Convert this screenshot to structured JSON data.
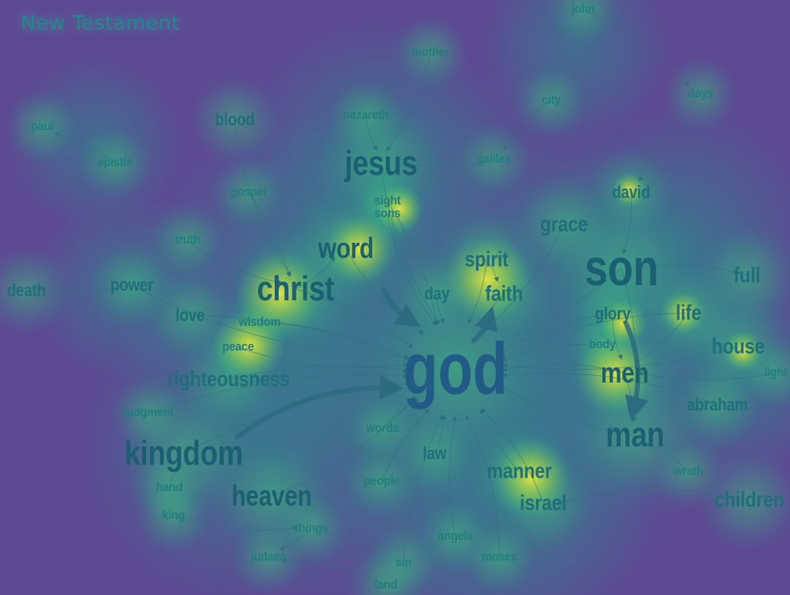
{
  "title": "New Testament",
  "colors": {
    "background": "#5e4a94",
    "heat_low": "#2a8c8c",
    "heat_mid": "#3fbf7a",
    "heat_high": "#e6e23a",
    "edge": "#2f6f7a",
    "label": "#1d6b78"
  },
  "nodes": [
    {
      "id": "god",
      "label": "god",
      "weight": 10
    },
    {
      "id": "son",
      "label": "son",
      "weight": 7
    },
    {
      "id": "kingdom",
      "label": "kingdom",
      "weight": 6
    },
    {
      "id": "man",
      "label": "man",
      "weight": 6
    },
    {
      "id": "christ",
      "label": "christ",
      "weight": 6
    },
    {
      "id": "jesus",
      "label": "jesus",
      "weight": 6
    },
    {
      "id": "men",
      "label": "men",
      "weight": 5
    },
    {
      "id": "word",
      "label": "word",
      "weight": 5
    },
    {
      "id": "heaven",
      "label": "heaven",
      "weight": 5
    },
    {
      "id": "righteousness",
      "label": "righteousness",
      "weight": 4
    },
    {
      "id": "israel",
      "label": "israel",
      "weight": 4
    },
    {
      "id": "manner",
      "label": "manner",
      "weight": 4
    },
    {
      "id": "spirit",
      "label": "spirit",
      "weight": 4
    },
    {
      "id": "faith",
      "label": "faith",
      "weight": 4
    },
    {
      "id": "house",
      "label": "house",
      "weight": 4
    },
    {
      "id": "children",
      "label": "children",
      "weight": 4
    },
    {
      "id": "full",
      "label": "full",
      "weight": 4
    },
    {
      "id": "grace",
      "label": "grace",
      "weight": 4
    },
    {
      "id": "glory",
      "label": "glory",
      "weight": 3
    },
    {
      "id": "life",
      "label": "life",
      "weight": 4
    },
    {
      "id": "blood",
      "label": "blood",
      "weight": 3
    },
    {
      "id": "day",
      "label": "day",
      "weight": 3
    },
    {
      "id": "love",
      "label": "love",
      "weight": 3
    },
    {
      "id": "power",
      "label": "power",
      "weight": 3
    },
    {
      "id": "death",
      "label": "death",
      "weight": 3
    },
    {
      "id": "david",
      "label": "david",
      "weight": 3
    },
    {
      "id": "abraham",
      "label": "abraham",
      "weight": 3
    },
    {
      "id": "law",
      "label": "law",
      "weight": 3
    },
    {
      "id": "gospel",
      "label": "gospel",
      "weight": 2
    },
    {
      "id": "nazareth",
      "label": "nazareth",
      "weight": 2
    },
    {
      "id": "john",
      "label": "john",
      "weight": 2
    },
    {
      "id": "galilee",
      "label": "galilee",
      "weight": 2
    },
    {
      "id": "paul",
      "label": "paul",
      "weight": 2
    },
    {
      "id": "epistle",
      "label": "epistle",
      "weight": 2
    },
    {
      "id": "mother",
      "label": "mother",
      "weight": 2
    },
    {
      "id": "city",
      "label": "city",
      "weight": 2
    },
    {
      "id": "days",
      "label": "days",
      "weight": 2
    },
    {
      "id": "truth",
      "label": "truth",
      "weight": 2
    },
    {
      "id": "sight",
      "label": "sight",
      "weight": 2
    },
    {
      "id": "sons",
      "label": "sons",
      "weight": 2
    },
    {
      "id": "wisdom",
      "label": "wisdom",
      "weight": 2
    },
    {
      "id": "peace",
      "label": "peace",
      "weight": 2
    },
    {
      "id": "body",
      "label": "body",
      "weight": 2
    },
    {
      "id": "light",
      "label": "light",
      "weight": 2
    },
    {
      "id": "judgment",
      "label": "judgment",
      "weight": 2
    },
    {
      "id": "words",
      "label": "words",
      "weight": 2
    },
    {
      "id": "hand",
      "label": "hand",
      "weight": 2
    },
    {
      "id": "king",
      "label": "king",
      "weight": 2
    },
    {
      "id": "people",
      "label": "people",
      "weight": 2
    },
    {
      "id": "things",
      "label": "things",
      "weight": 2
    },
    {
      "id": "wrath",
      "label": "wrath",
      "weight": 2
    },
    {
      "id": "angels",
      "label": "angels",
      "weight": 2
    },
    {
      "id": "judaea",
      "label": "judaea",
      "weight": 2
    },
    {
      "id": "sin",
      "label": "sin",
      "weight": 2
    },
    {
      "id": "moses",
      "label": "moses",
      "weight": 2
    },
    {
      "id": "land",
      "label": "land",
      "weight": 2
    }
  ],
  "edges": [
    [
      "kingdom",
      "god"
    ],
    [
      "word",
      "god"
    ],
    [
      "son",
      "man"
    ],
    [
      "men",
      "god"
    ],
    [
      "christ",
      "god"
    ],
    [
      "jesus",
      "god"
    ],
    [
      "spirit",
      "god"
    ],
    [
      "faith",
      "god"
    ],
    [
      "righteousness",
      "god"
    ],
    [
      "heaven",
      "god"
    ],
    [
      "man",
      "god"
    ],
    [
      "israel",
      "god"
    ],
    [
      "manner",
      "god"
    ],
    [
      "glory",
      "god"
    ],
    [
      "grace",
      "god"
    ],
    [
      "day",
      "god"
    ],
    [
      "love",
      "god"
    ],
    [
      "power",
      "god"
    ],
    [
      "words",
      "god"
    ],
    [
      "law",
      "god"
    ],
    [
      "people",
      "god"
    ],
    [
      "body",
      "god"
    ],
    [
      "house",
      "god"
    ],
    [
      "life",
      "god"
    ],
    [
      "son",
      "god"
    ],
    [
      "abraham",
      "god"
    ],
    [
      "wisdom",
      "god"
    ],
    [
      "peace",
      "god"
    ],
    [
      "judgment",
      "god"
    ],
    [
      "truth",
      "christ"
    ],
    [
      "gospel",
      "christ"
    ],
    [
      "blood",
      "christ"
    ],
    [
      "power",
      "death"
    ],
    [
      "epistle",
      "paul"
    ],
    [
      "mother",
      "jesus"
    ],
    [
      "nazareth",
      "jesus"
    ],
    [
      "galilee",
      "jesus"
    ],
    [
      "city",
      "galilee"
    ],
    [
      "john",
      "days"
    ],
    [
      "days",
      "david"
    ],
    [
      "david",
      "son"
    ],
    [
      "children",
      "israel"
    ],
    [
      "hand",
      "kingdom"
    ],
    [
      "king",
      "things"
    ],
    [
      "things",
      "judaea"
    ],
    [
      "land",
      "judaea"
    ],
    [
      "sin",
      "god"
    ],
    [
      "moses",
      "god"
    ],
    [
      "angels",
      "god"
    ],
    [
      "wrath",
      "man"
    ],
    [
      "light",
      "men"
    ],
    [
      "full",
      "son"
    ],
    [
      "sight",
      "god"
    ],
    [
      "sons",
      "god"
    ],
    [
      "spirit",
      "faith"
    ],
    [
      "christ",
      "word"
    ],
    [
      "men",
      "man"
    ],
    [
      "glory",
      "men"
    ],
    [
      "life",
      "men"
    ]
  ],
  "arrows": [
    [
      "kingdom",
      "god"
    ],
    [
      "word",
      "god"
    ],
    [
      "son",
      "man"
    ],
    [
      "faith",
      "god"
    ]
  ]
}
